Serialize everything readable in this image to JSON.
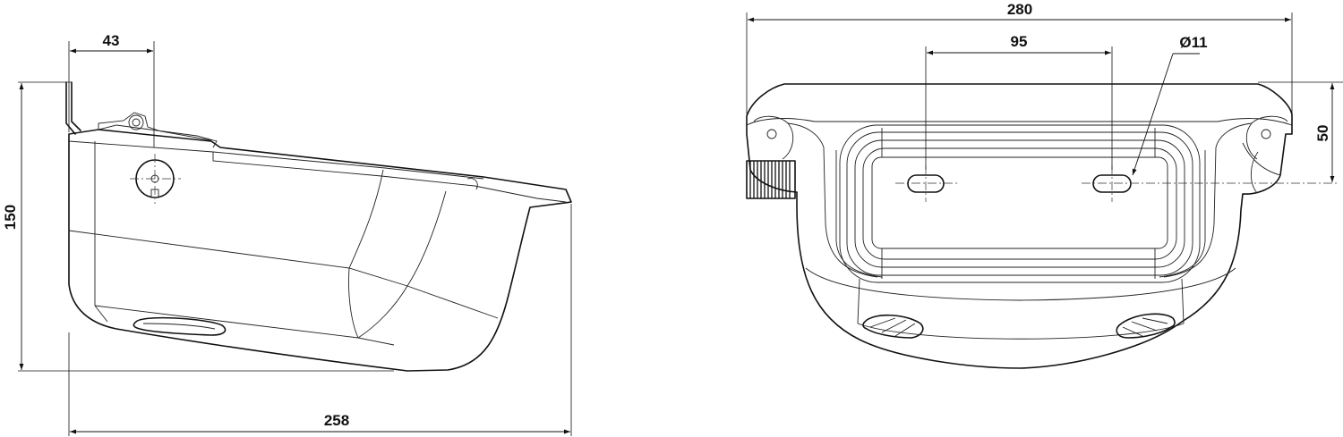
{
  "side_view": {
    "dim_top_offset": "43",
    "dim_height": "150",
    "dim_length": "258"
  },
  "front_view": {
    "dim_width": "280",
    "dim_hole_spacing": "95",
    "dim_hole_diameter": "Ø11",
    "dim_hole_height": "50"
  }
}
